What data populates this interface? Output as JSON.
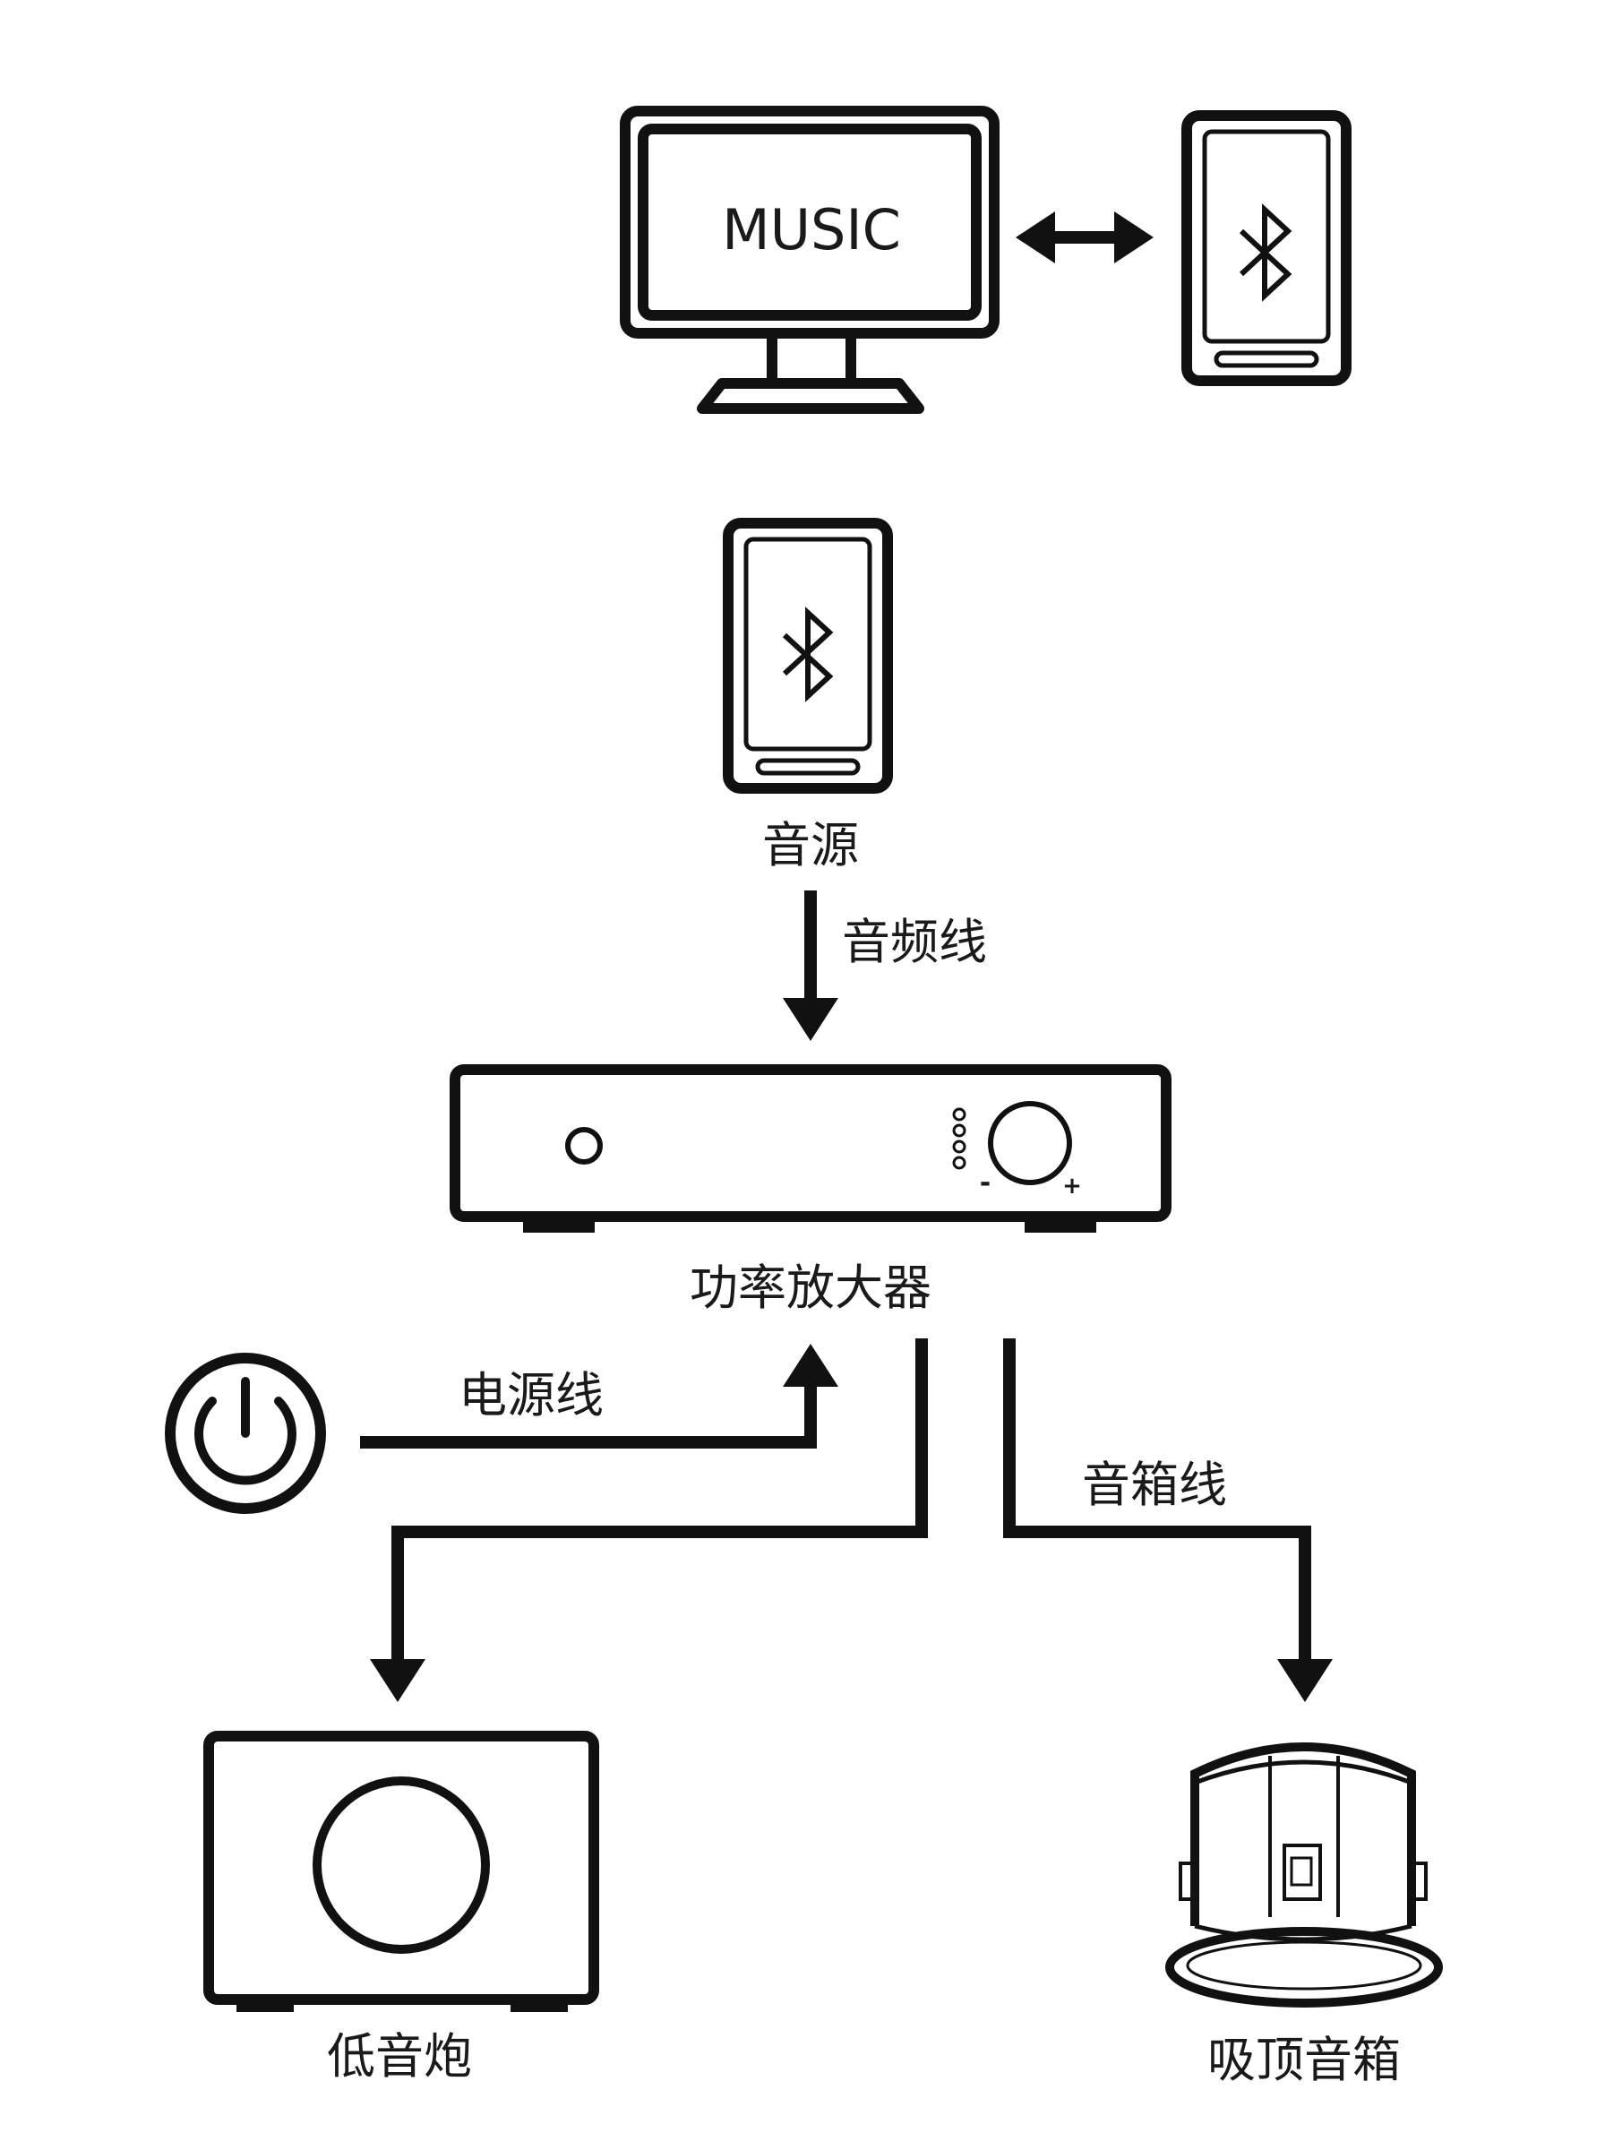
{
  "monitor": {
    "screen_text": "MUSIC"
  },
  "source": {
    "label": "音源"
  },
  "audio_cable": {
    "label": "音频线"
  },
  "amplifier": {
    "label": "功率放大器",
    "minus": "-",
    "plus": "+"
  },
  "power_cable": {
    "label": "电源线"
  },
  "speaker_cable": {
    "label": "音箱线"
  },
  "subwoofer": {
    "label": "低音炮"
  },
  "ceiling_speaker": {
    "label": "吸顶音箱"
  },
  "icons": [
    "monitor-icon",
    "phone-icon",
    "bluetooth-icon",
    "power-icon",
    "amplifier-icon",
    "subwoofer-icon",
    "ceiling-speaker-icon"
  ]
}
